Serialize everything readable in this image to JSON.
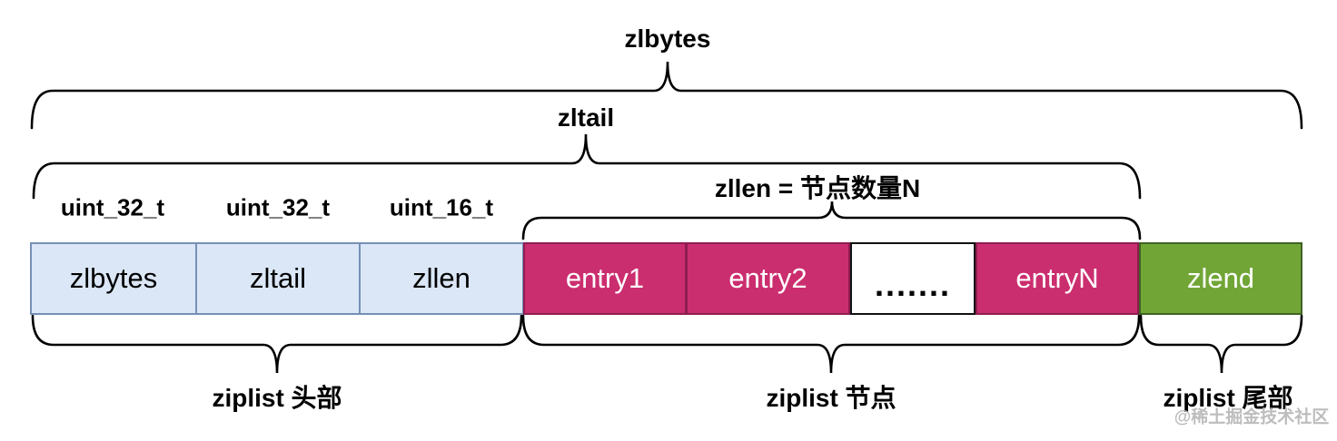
{
  "diagram": {
    "title_braces": {
      "zlbytes": {
        "label": "zlbytes"
      },
      "zltail": {
        "label": "zltail"
      },
      "zllen": {
        "label": "zllen = 节点数量N"
      }
    },
    "type_labels": [
      {
        "label": "uint_32_t"
      },
      {
        "label": "uint_32_t"
      },
      {
        "label": "uint_16_t"
      }
    ],
    "cells": [
      {
        "label": "zlbytes",
        "kind": "header"
      },
      {
        "label": "zltail",
        "kind": "header"
      },
      {
        "label": "zllen",
        "kind": "header"
      },
      {
        "label": "entry1",
        "kind": "entry"
      },
      {
        "label": "entry2",
        "kind": "entry"
      },
      {
        "label": ".......",
        "kind": "dots"
      },
      {
        "label": "entryN",
        "kind": "entry"
      },
      {
        "label": "zlend",
        "kind": "end"
      }
    ],
    "section_braces": [
      {
        "label": "ziplist 头部"
      },
      {
        "label": "ziplist 节点"
      },
      {
        "label": "ziplist 尾部"
      }
    ],
    "watermark": "@稀土掘金技术社区",
    "colors": {
      "header_fill": "#dbe7f6",
      "header_border": "#7690b6",
      "entry_fill": "#cb2e6f",
      "entry_border": "#8e1d52",
      "dots_fill": "#ffffff",
      "dots_border": "#111111",
      "end_fill": "#71a637",
      "end_border": "#3f6323",
      "line": "#000000",
      "watermark": "#bdbdbd"
    }
  }
}
